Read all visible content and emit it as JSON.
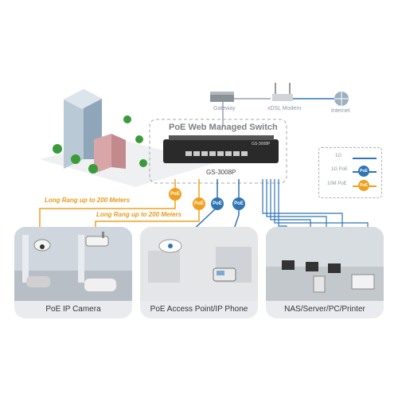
{
  "switch": {
    "title": "PoE Web Managed Switch",
    "model": "GS-3008P",
    "face_label": "GS-3008P"
  },
  "topology": {
    "gateway": "Gateway",
    "modem": "xDSL Modem",
    "internet": "Internet"
  },
  "legend": {
    "items": [
      {
        "label": "1G",
        "badge": "",
        "color": "#2f75b5"
      },
      {
        "label": "1G PoE",
        "badge": "PoE",
        "color": "#2f75b5"
      },
      {
        "label": "10M PoE",
        "badge": "PoE",
        "color": "#f0a020"
      }
    ]
  },
  "distance": {
    "label1": "Long Rang up to 200 Meters",
    "label2": "Long Rang up to 200 Meters"
  },
  "ports": {
    "poe_badge": "PoE"
  },
  "cards": {
    "camera": "PoE IP Camera",
    "ap": "PoE Access Point/IP Phone",
    "nas": "NAS/Server/PC/Printer"
  },
  "colors": {
    "orange": "#f0a020",
    "blue": "#2f75b5",
    "line_gray": "#9aa3ad"
  }
}
